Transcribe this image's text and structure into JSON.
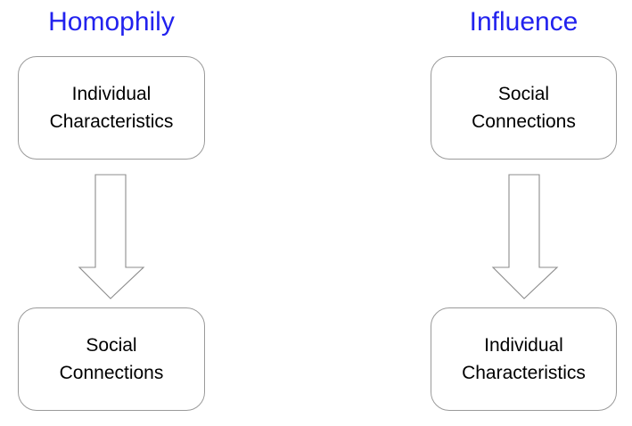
{
  "diagram": {
    "title_color": "#2222EE",
    "text_color": "#000000",
    "box_border_color": "#9A9A9A",
    "box_fill_color": "#FFFFFF",
    "arrow_stroke_color": "#8C8C8C",
    "arrow_fill_color": "#FFFFFF",
    "background_color": "#FFFFFF",
    "columns": [
      {
        "title": "Homophily",
        "source": {
          "line1": "Individual",
          "line2": "Characteristics"
        },
        "arrow": "down-block-arrow",
        "target": {
          "line1": "Social",
          "line2": "Connections"
        }
      },
      {
        "title": "Influence",
        "source": {
          "line1": "Social",
          "line2": "Connections"
        },
        "arrow": "down-block-arrow",
        "target": {
          "line1": "Individual",
          "line2": "Characteristics"
        }
      }
    ]
  }
}
